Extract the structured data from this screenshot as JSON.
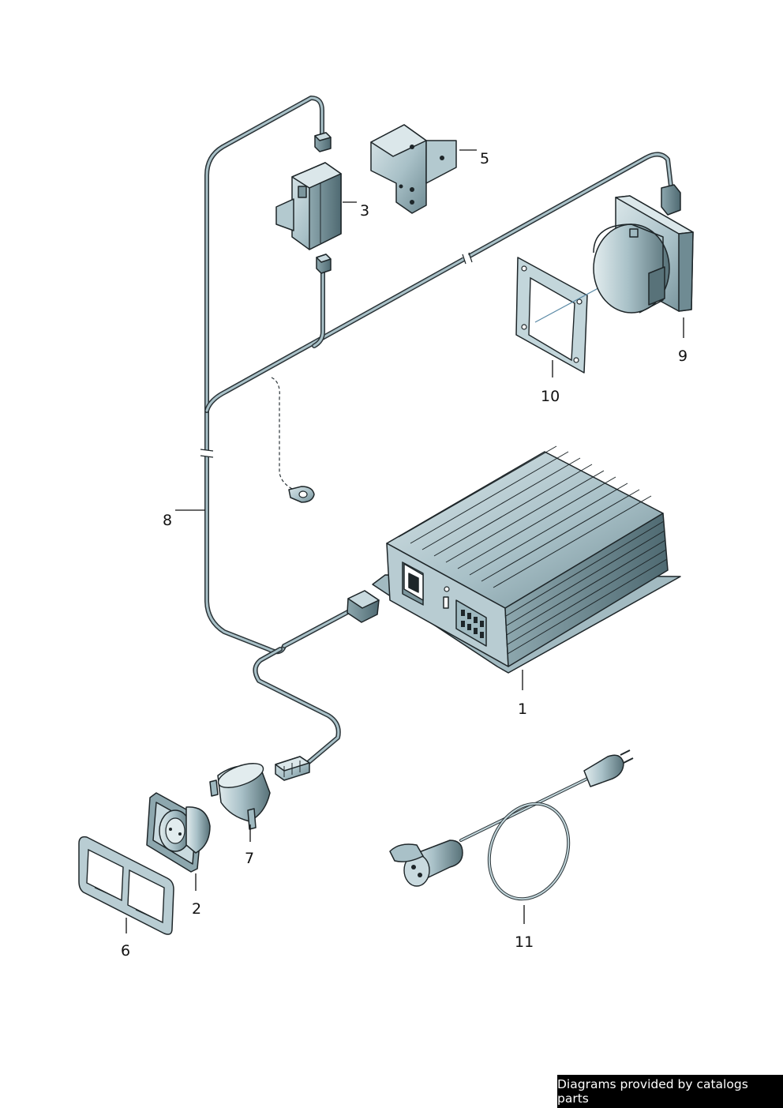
{
  "colors": {
    "background": "#ffffff",
    "part_fill_light": "#c9dadf",
    "part_fill_mid": "#9fb9c0",
    "part_fill_dark": "#6f8b93",
    "outline": "#1e2629",
    "footer_background": "#000000",
    "footer_text": "#ffffff"
  },
  "callouts": [
    {
      "number": "1",
      "part": "inverter-unit"
    },
    {
      "number": "2",
      "part": "power-socket"
    },
    {
      "number": "3",
      "part": "circuit-breaker"
    },
    {
      "number": "5",
      "part": "mounting-bracket"
    },
    {
      "number": "6",
      "part": "double-cover-frame"
    },
    {
      "number": "7",
      "part": "socket-housing"
    },
    {
      "number": "8",
      "part": "wiring-harness"
    },
    {
      "number": "9",
      "part": "external-socket"
    },
    {
      "number": "10",
      "part": "gasket"
    },
    {
      "number": "11",
      "part": "adapter-cable"
    }
  ],
  "footer": {
    "text": "Diagrams provided by catalogs parts"
  }
}
